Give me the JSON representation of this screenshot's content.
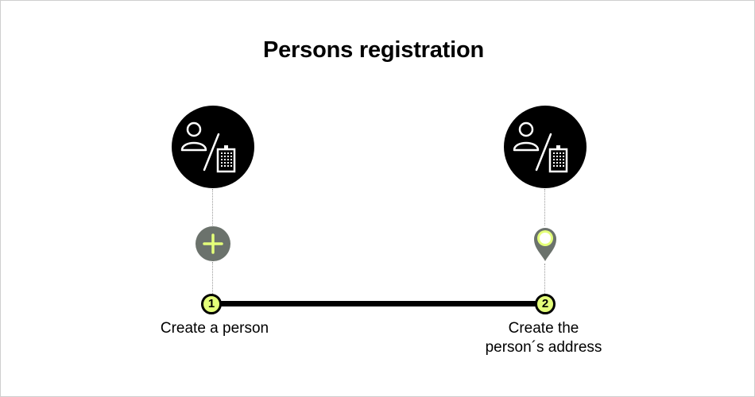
{
  "title": "Persons registration",
  "colors": {
    "icon_background": "#000000",
    "icon_stroke": "#ffffff",
    "accent": "#e4ff7a",
    "action_gray": "#6b726c",
    "timeline": "#000000",
    "connector": "#9a9a9a"
  },
  "steps": [
    {
      "number": "1",
      "label": "Create a person",
      "entity_icon": "person-building-icon",
      "action_icon": "plus-icon"
    },
    {
      "number": "2",
      "label_line1": "Create the",
      "label_line2": "person´s address",
      "entity_icon": "person-building-icon",
      "action_icon": "location-pin-icon"
    }
  ]
}
